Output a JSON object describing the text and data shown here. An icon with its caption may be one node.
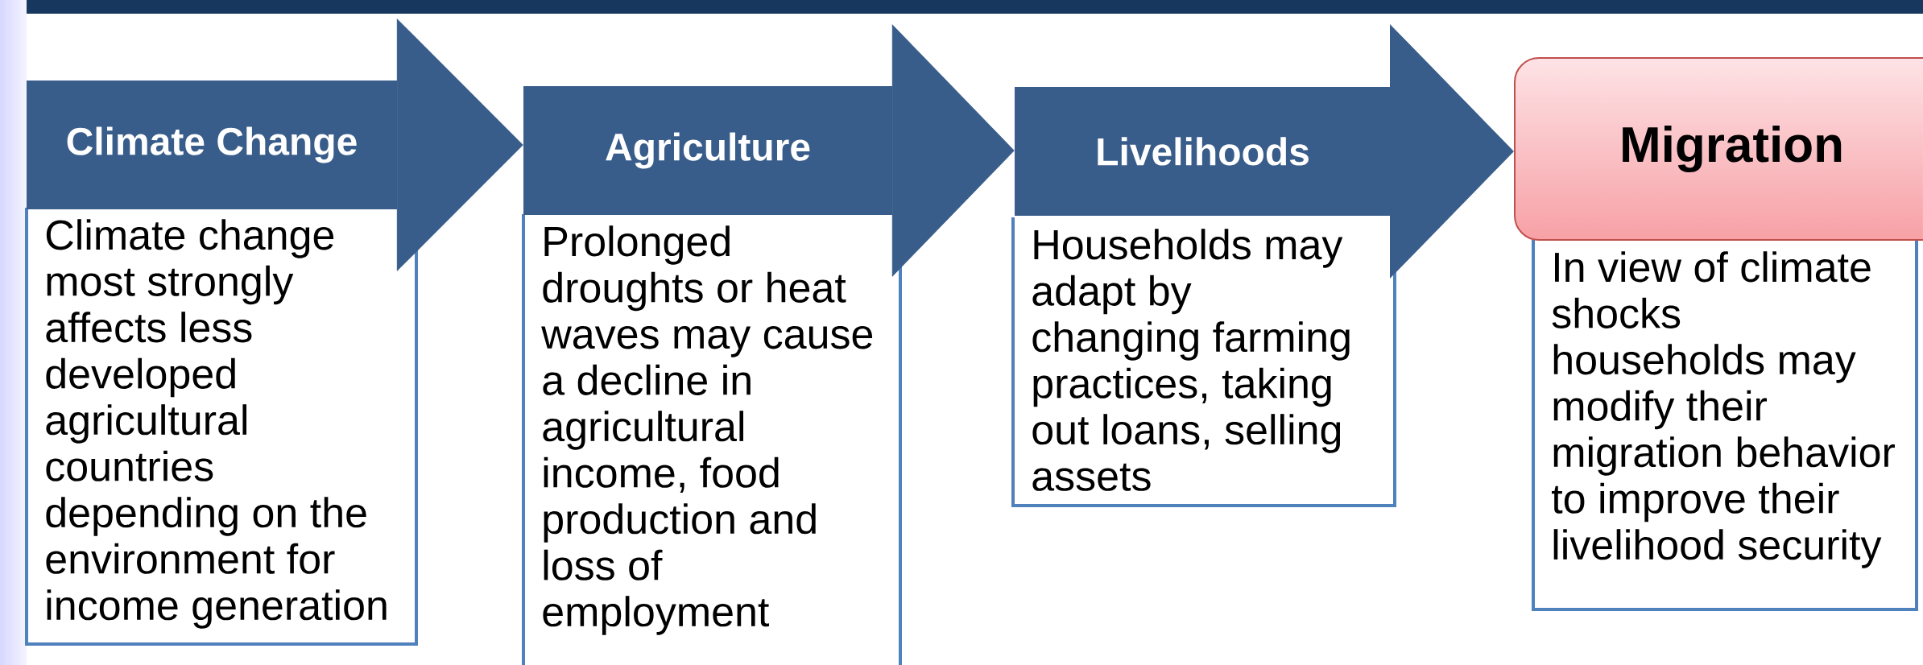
{
  "diagram": {
    "nodes": [
      {
        "text": [
          "Climate Change"
        ]
      },
      {
        "text": [
          "Climate change most strongly affects less developed agricultural countries depending on the environment for income generation"
        ]
      },
      {
        "text": [
          "Agriculture"
        ]
      },
      {
        "text": [
          "Prolonged droughts or heat waves may cause a decline in agricultural income, food production and loss of employment"
        ]
      },
      {
        "text": [
          "Livelihoods"
        ]
      },
      {
        "text": [
          "Households may adapt by changing farming practices, taking out loans, selling assets"
        ]
      },
      {
        "text": [
          "Migration"
        ]
      },
      {
        "text": [
          "In view of climate shocks households may modify their migration behavior to improve their livelihood security"
        ]
      }
    ],
    "edges": [
      {
        "from": 0,
        "to": 2,
        "arrow": "to"
      },
      {
        "from": 2,
        "to": 4,
        "arrow": "to"
      },
      {
        "from": 4,
        "to": 6,
        "arrow": "to"
      }
    ]
  }
}
